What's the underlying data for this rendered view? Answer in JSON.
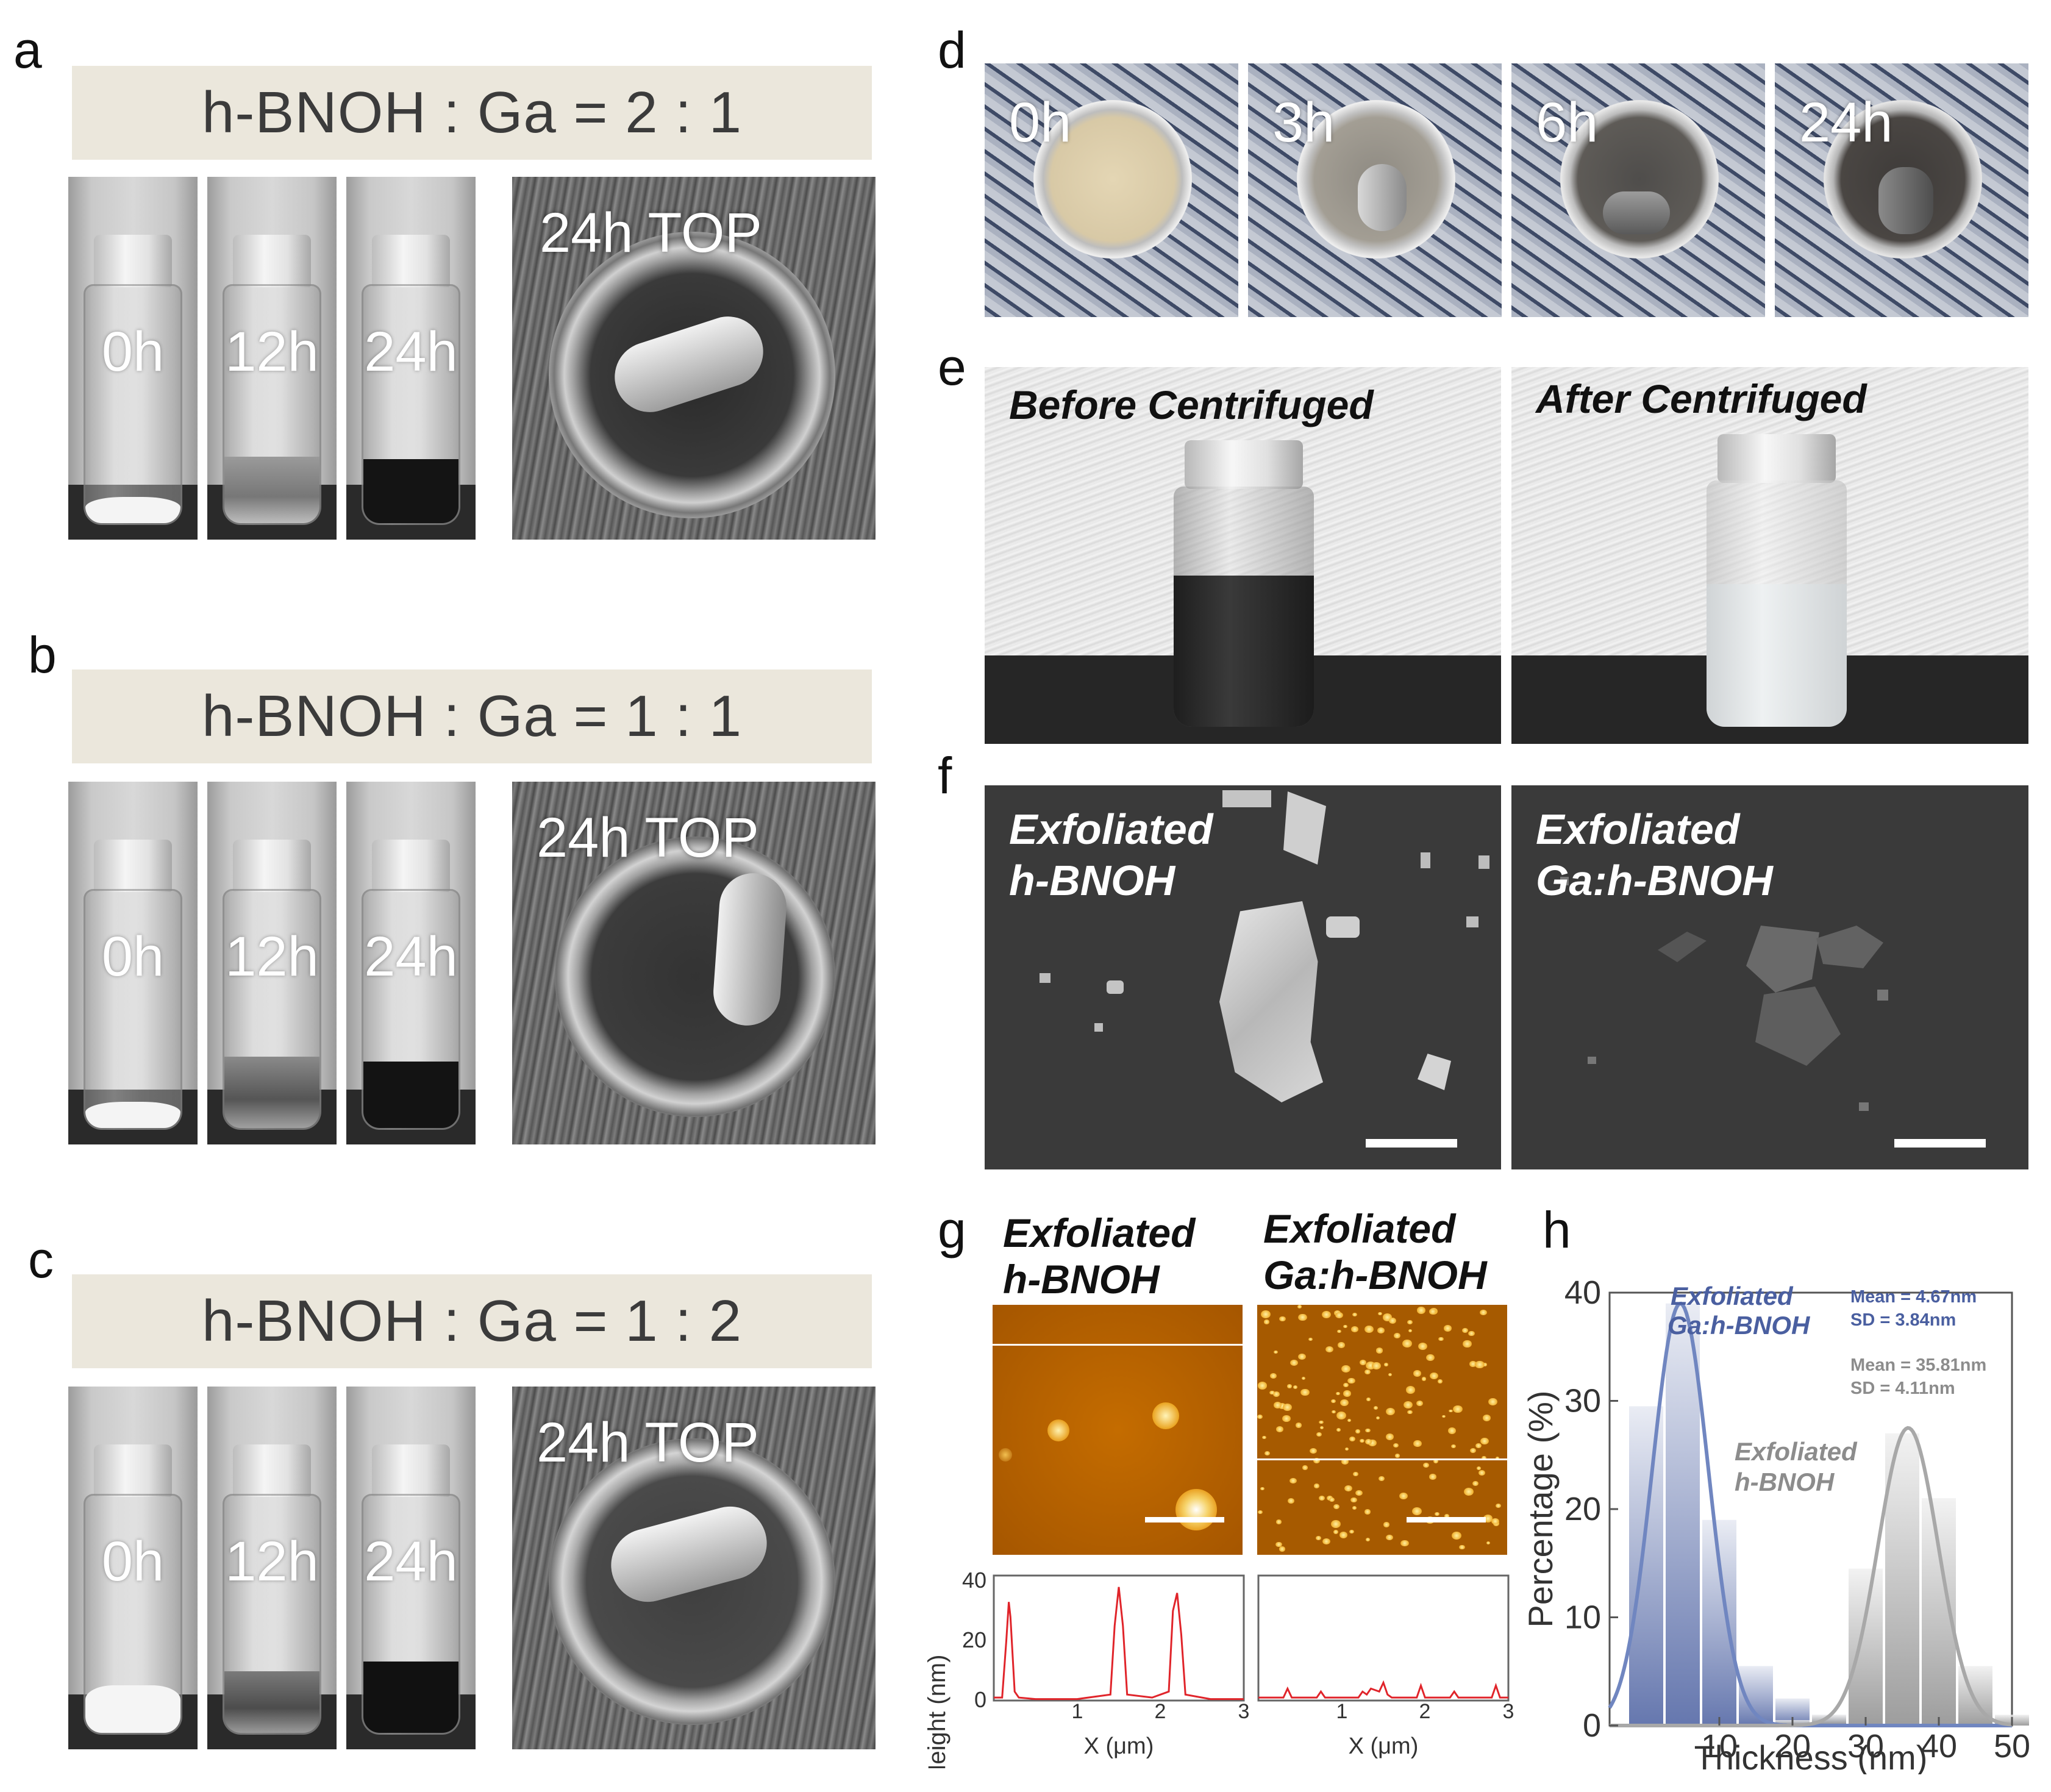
{
  "panels": {
    "a": {
      "label": "a",
      "banner": "h-BNOH : Ga = 2 : 1",
      "times": [
        "0h",
        "12h",
        "24h"
      ],
      "top": "24h TOP"
    },
    "b": {
      "label": "b",
      "banner": "h-BNOH : Ga = 1 : 1",
      "times": [
        "0h",
        "12h",
        "24h"
      ],
      "top": "24h TOP"
    },
    "c": {
      "label": "c",
      "banner": "h-BNOH : Ga = 1 : 2",
      "times": [
        "0h",
        "12h",
        "24h"
      ],
      "top": "24h TOP"
    },
    "d": {
      "label": "d",
      "times": [
        "0h",
        "3h",
        "6h",
        "24h"
      ]
    },
    "e": {
      "label": "e",
      "before": "Before Centrifuged",
      "after": "After Centrifuged"
    },
    "f": {
      "label": "f",
      "left_line1": "Exfoliated",
      "left_line2": "h-BNOH",
      "right_line1": "Exfoliated",
      "right_line2": "Ga:h-BNOH"
    },
    "g": {
      "label": "g",
      "left_line1": "Exfoliated",
      "left_line2": "h-BNOH",
      "right_line1": "Exfoliated",
      "right_line2": "Ga:h-BNOH",
      "ylabel": "Height (nm)",
      "xlabel": "X (μm)",
      "yticks": [
        "0",
        "20",
        "40"
      ],
      "xticks": [
        "1",
        "2",
        "3"
      ]
    },
    "h": {
      "label": "h"
    }
  },
  "colors": {
    "blue": "#4a5fa0",
    "gray": "#8c8c8c",
    "red": "#e0242a",
    "banner": "#ebe7dc"
  },
  "chart_data": [
    {
      "type": "line",
      "panel": "g-left",
      "xlabel": "X (μm)",
      "ylabel": "Height (nm)",
      "xlim": [
        0,
        3
      ],
      "ylim": [
        0,
        40
      ],
      "series": [
        {
          "x": [
            0,
            0.1,
            0.15,
            0.18,
            0.2,
            0.25,
            0.3,
            0.5,
            1.0,
            1.4,
            1.45,
            1.5,
            1.55,
            1.6,
            1.9,
            2.1,
            2.15,
            2.2,
            2.25,
            2.3,
            2.6,
            3.0
          ],
          "y": [
            1,
            1,
            20,
            33,
            28,
            3,
            1,
            0.5,
            0.5,
            2,
            25,
            38,
            25,
            2,
            1,
            3,
            30,
            36,
            22,
            2,
            0.5,
            0.5
          ]
        }
      ]
    },
    {
      "type": "line",
      "panel": "g-right",
      "xlabel": "X (μm)",
      "xlim": [
        0,
        3
      ],
      "ylim": [
        0,
        40
      ],
      "series": [
        {
          "x": [
            0,
            0.3,
            0.35,
            0.4,
            0.5,
            0.7,
            0.75,
            0.8,
            1.0,
            1.2,
            1.25,
            1.3,
            1.35,
            1.45,
            1.5,
            1.55,
            1.6,
            1.8,
            1.9,
            1.95,
            2.0,
            2.3,
            2.35,
            2.4,
            2.6,
            2.8,
            2.85,
            2.9,
            3.0
          ],
          "y": [
            1,
            1,
            4,
            1,
            1,
            1,
            3,
            1,
            1,
            1,
            3,
            2,
            4,
            3,
            6,
            2,
            1,
            1,
            1,
            5,
            1,
            1,
            3,
            1,
            1,
            1,
            5,
            1,
            1
          ]
        }
      ]
    },
    {
      "type": "bar",
      "panel": "h",
      "xlabel": "Thickness (nm)",
      "ylabel": "Percentage (%)",
      "xlim": [
        -5,
        50
      ],
      "ylim": [
        0,
        40
      ],
      "xticks": [
        10,
        20,
        30,
        40,
        50
      ],
      "yticks": [
        0,
        10,
        20,
        30,
        40
      ],
      "series": [
        {
          "name": "Exfoliated Ga:h-BNOH",
          "color": "#4a5fa0",
          "bin_centers": [
            0,
            5,
            10,
            15,
            20,
            25
          ],
          "values": [
            29.5,
            39,
            19,
            5.5,
            2.5,
            1
          ],
          "fit_mean": 4.67,
          "fit_sd": 3.84,
          "fit_peak": 39,
          "stats": [
            "Mean = 4.67nm",
            "SD = 3.84nm"
          ]
        },
        {
          "name": "Exfoliated h-BNOH",
          "color": "#8c8c8c",
          "bin_centers": [
            20,
            25,
            30,
            35,
            40,
            45,
            50
          ],
          "values": [
            0.5,
            1,
            14.5,
            27,
            21,
            5.5,
            1
          ],
          "fit_mean": 35.81,
          "fit_sd": 4.11,
          "fit_peak": 27.5,
          "stats": [
            "Mean = 35.81nm",
            "SD = 4.11nm"
          ]
        }
      ]
    }
  ]
}
